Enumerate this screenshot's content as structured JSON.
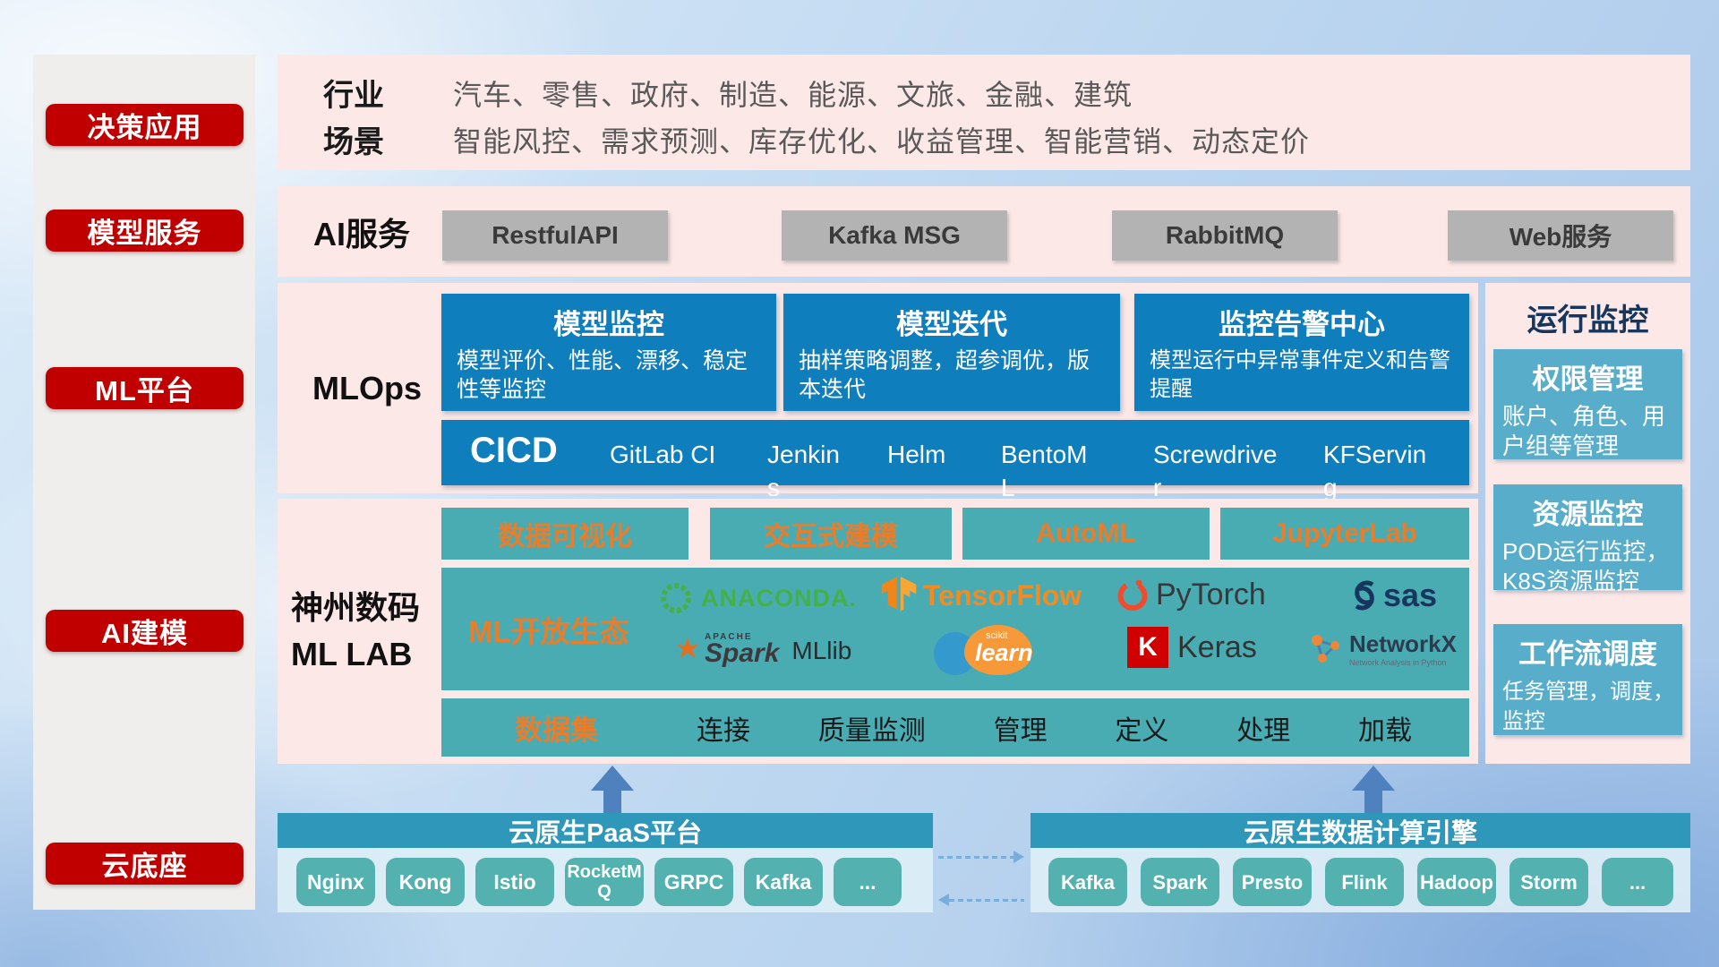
{
  "colors": {
    "accent_red": "#c00000",
    "dark_blue": "#0e7ebd",
    "teal": "#4aacb3",
    "monitor_blue": "#58adcb",
    "bottom_header_blue": "#2f97ba",
    "chip_teal": "#53b2af",
    "pink": "#fce9e7",
    "orange": "#e87d2b"
  },
  "left_nav": {
    "items": [
      "决策应用",
      "模型服务",
      "ML平台",
      "AI建模",
      "云底座"
    ]
  },
  "industry": {
    "rows": [
      {
        "label": "行业",
        "value": "汽车、零售、政府、制造、能源、文旅、金融、建筑"
      },
      {
        "label": "场景",
        "value": "智能风控、需求预测、库存优化、收益管理、智能营销、动态定价"
      }
    ]
  },
  "ai_service": {
    "label": "AI服务",
    "buttons": [
      "RestfulAPI",
      "Kafka MSG",
      "RabbitMQ",
      "Web服务"
    ]
  },
  "mlops": {
    "label": "MLOps",
    "cards": [
      {
        "title": "模型监控",
        "desc": "模型评价、性能、漂移、稳定性等监控"
      },
      {
        "title": "模型迭代",
        "desc": "抽样策略调整，超参调优，版本迭代"
      },
      {
        "title": "监控告警中心",
        "desc": "模型运行中异常事件定义和告警提醒"
      }
    ],
    "cicd": {
      "title": "CICD",
      "items": [
        "GitLab CI",
        "Jenkins",
        "Helm",
        "BentoML",
        "Screwdriver",
        "KFServing"
      ]
    }
  },
  "mllab": {
    "label_line1": "神州数码",
    "label_line2": "ML LAB",
    "top_boxes": [
      "数据可视化",
      "交互式建模",
      "AutoML",
      "JupyterLab"
    ],
    "ecosystem_label": "ML开放生态",
    "logos": {
      "anaconda": "ANACONDA.",
      "tensorflow": "TensorFlow",
      "pytorch": "PyTorch",
      "sas": "sas",
      "spark_small": "APACHE",
      "spark": "Spark",
      "mllib": "MLlib",
      "sklearn_small": "scikit",
      "sklearn": "learn",
      "keras_k": "K",
      "keras": "Keras",
      "networkx": "NetworkX",
      "networkx_sub": "Network Analysis in Python"
    },
    "dataset": {
      "title": "数据集",
      "items": [
        "连接",
        "质量监测",
        "管理",
        "定义",
        "处理",
        "加载"
      ]
    }
  },
  "monitor": {
    "title": "运行监控",
    "boxes": [
      {
        "title": "权限管理",
        "desc": "账户、角色、用户组等管理"
      },
      {
        "title": "资源监控",
        "desc": "POD运行监控，K8S资源监控"
      },
      {
        "title": "工作流调度",
        "desc": "任务管理，调度，监控"
      }
    ]
  },
  "bottom": {
    "paas": {
      "title": "云原生PaaS平台",
      "buttons": [
        "Nginx",
        "Kong",
        "Istio",
        "RocketMQ",
        "GRPC",
        "Kafka",
        "..."
      ]
    },
    "engine": {
      "title": "云原生数据计算引擎",
      "buttons": [
        "Kafka",
        "Spark",
        "Presto",
        "Flink",
        "Hadoop",
        "Storm",
        "..."
      ]
    }
  }
}
